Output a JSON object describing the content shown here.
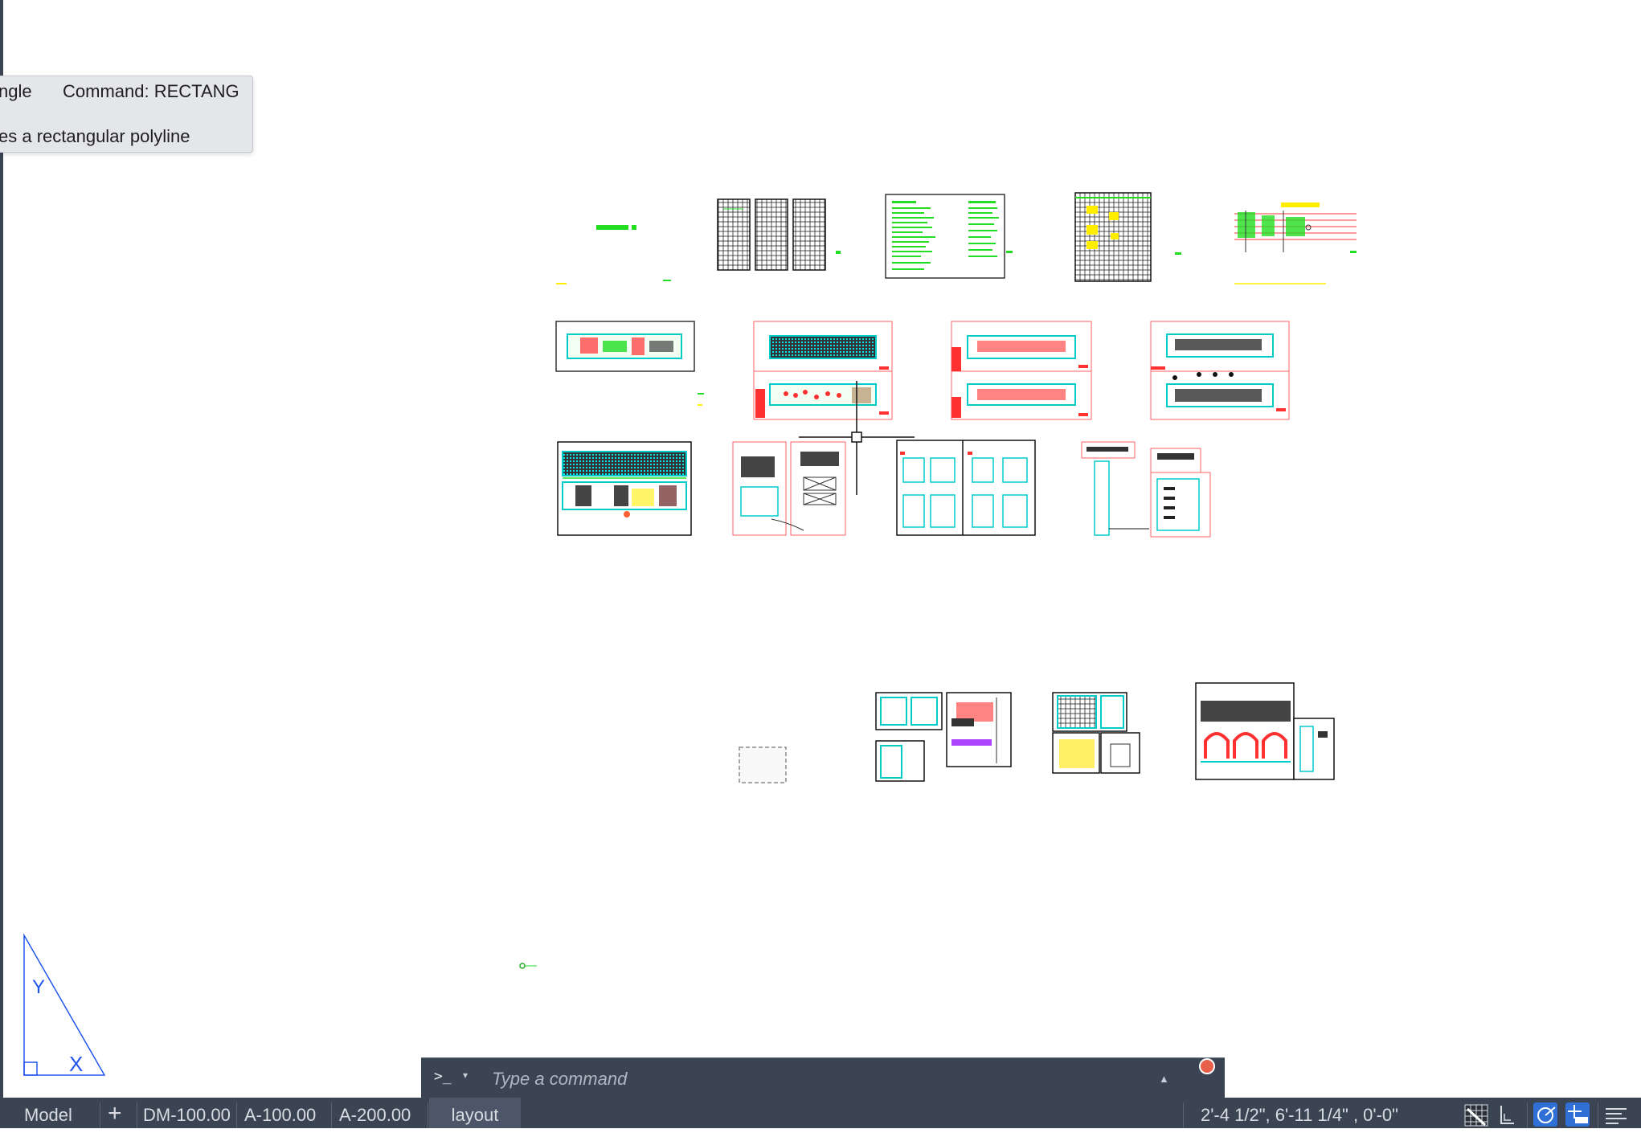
{
  "tooltip": {
    "line1_left": "ngle",
    "line1_right": "Command: RECTANG",
    "line2": "es a rectangular polyline"
  },
  "command_line": {
    "prompt": ">_",
    "caret": "▾",
    "placeholder": "Type a command",
    "history_icon": "▲"
  },
  "status_bar": {
    "model_tab": "Model",
    "add_tab": "+",
    "tabs": [
      "DM-100.00",
      "A-100.00",
      "A-200.00",
      "layout"
    ],
    "active_tab": "layout",
    "coordinates": "2'-4 1/2\",   6'-11 1/4\" , 0'-0\""
  },
  "colors": {
    "chrome": "#3b4453",
    "cyan": "#00e5e5",
    "green": "#22dd22",
    "red": "#ff3030",
    "yellow": "#ffee00",
    "ucs_blue": "#2255ee",
    "record": "#e8604a"
  },
  "ucs": {
    "y_label": "Y",
    "x_label": "X"
  }
}
